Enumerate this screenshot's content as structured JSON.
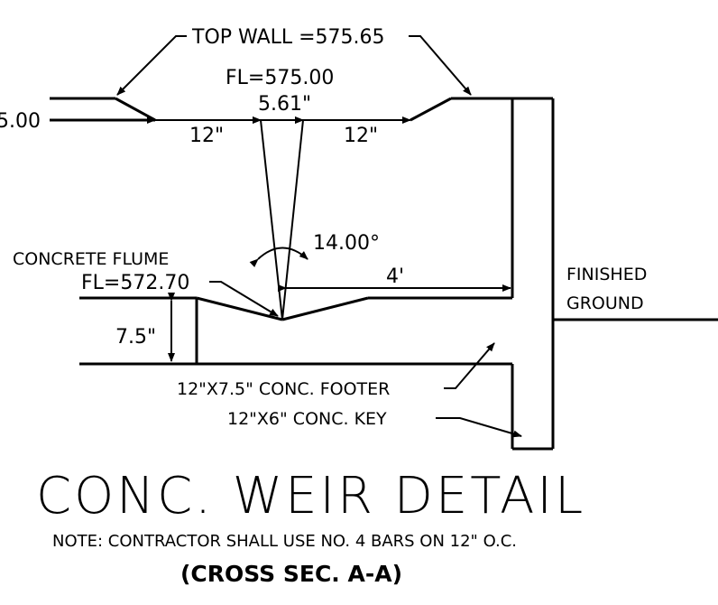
{
  "labels": {
    "top_wall": "TOP WALL =575.65",
    "fl_top": "FL=575.00",
    "width_top": "5.61\"",
    "left_elev": "5.00",
    "dim_12_left": "12\"",
    "dim_12_right": "12\"",
    "angle": "14.00°",
    "concrete_flume": "CONCRETE FLUME",
    "fl_flume": "FL=572.70",
    "dim_4": "4'",
    "dim_7_5": "7.5\"",
    "finished": "FINISHED",
    "ground": "GROUND",
    "footer": "12\"X7.5\" CONC. FOOTER",
    "key": "12\"X6\" CONC. KEY",
    "title": "CONC. WEIR DETAIL",
    "note": "NOTE: CONTRACTOR SHALL USE NO. 4 BARS ON 12\" O.C.",
    "section": "(CROSS SEC. A-A)"
  }
}
